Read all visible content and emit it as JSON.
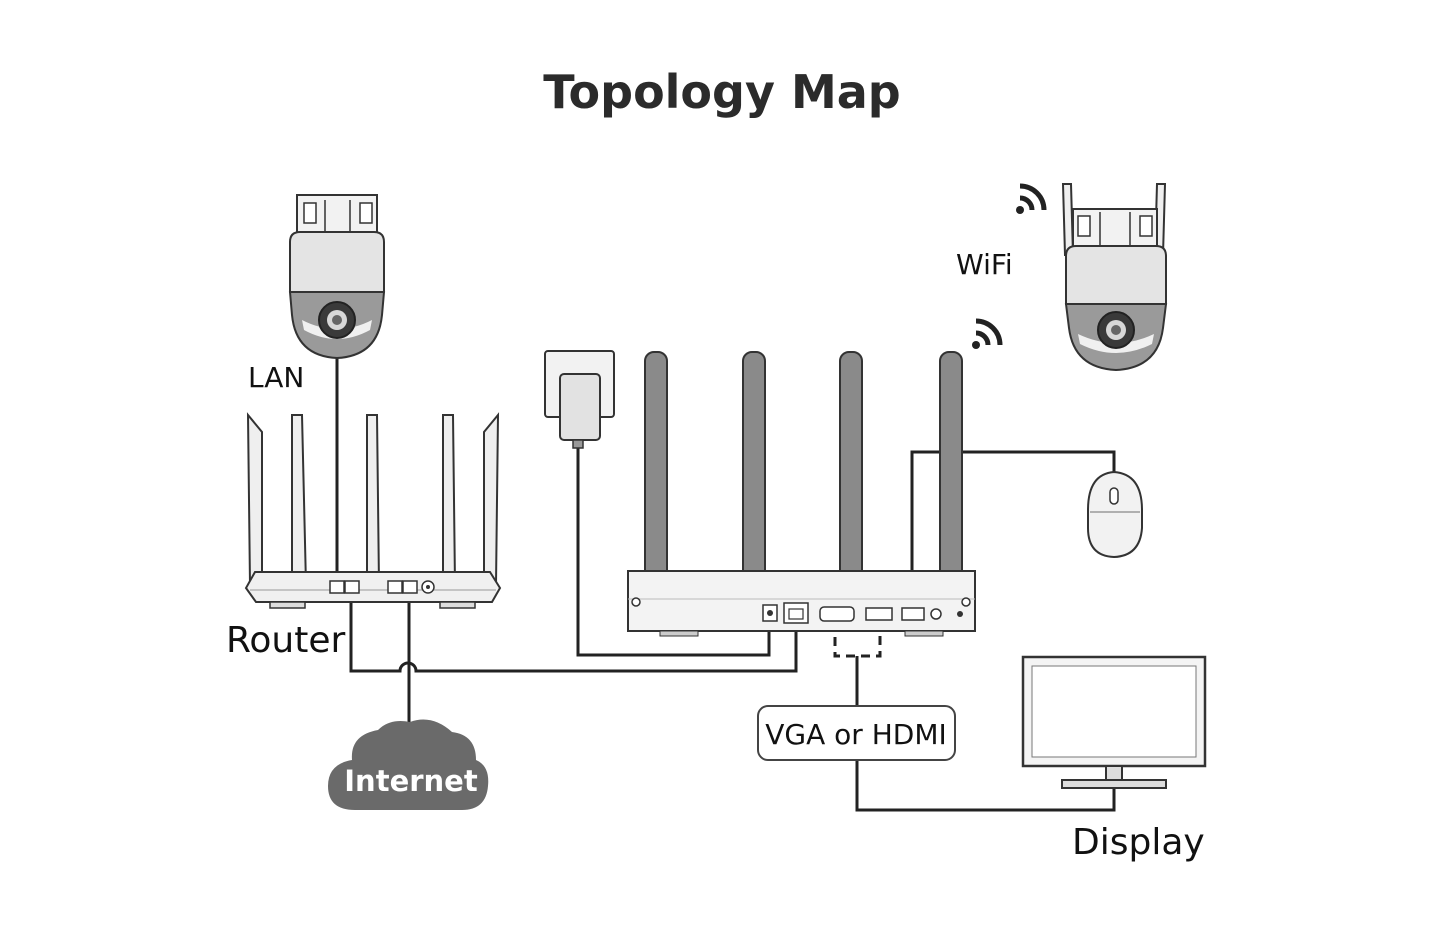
{
  "title": "Topology Map",
  "labels": {
    "lan": "LAN",
    "wifi": "WiFi",
    "router": "Router",
    "internet": "Internet",
    "vga_hdmi": "VGA or HDMI",
    "display": "Display"
  },
  "colors": {
    "line": "#222222",
    "device_light": "#eeeeee",
    "device_mid": "#cccccc",
    "antenna": "#8a8a8a",
    "cloud": "#6a6a6a",
    "title": "#2b2b2b"
  },
  "icons": [
    "ptz-camera-icon",
    "wifi-ptz-camera-icon",
    "router-icon",
    "nvr-icon",
    "power-adapter-icon",
    "mouse-icon",
    "monitor-icon",
    "cloud-icon",
    "wifi-signal-icon"
  ]
}
